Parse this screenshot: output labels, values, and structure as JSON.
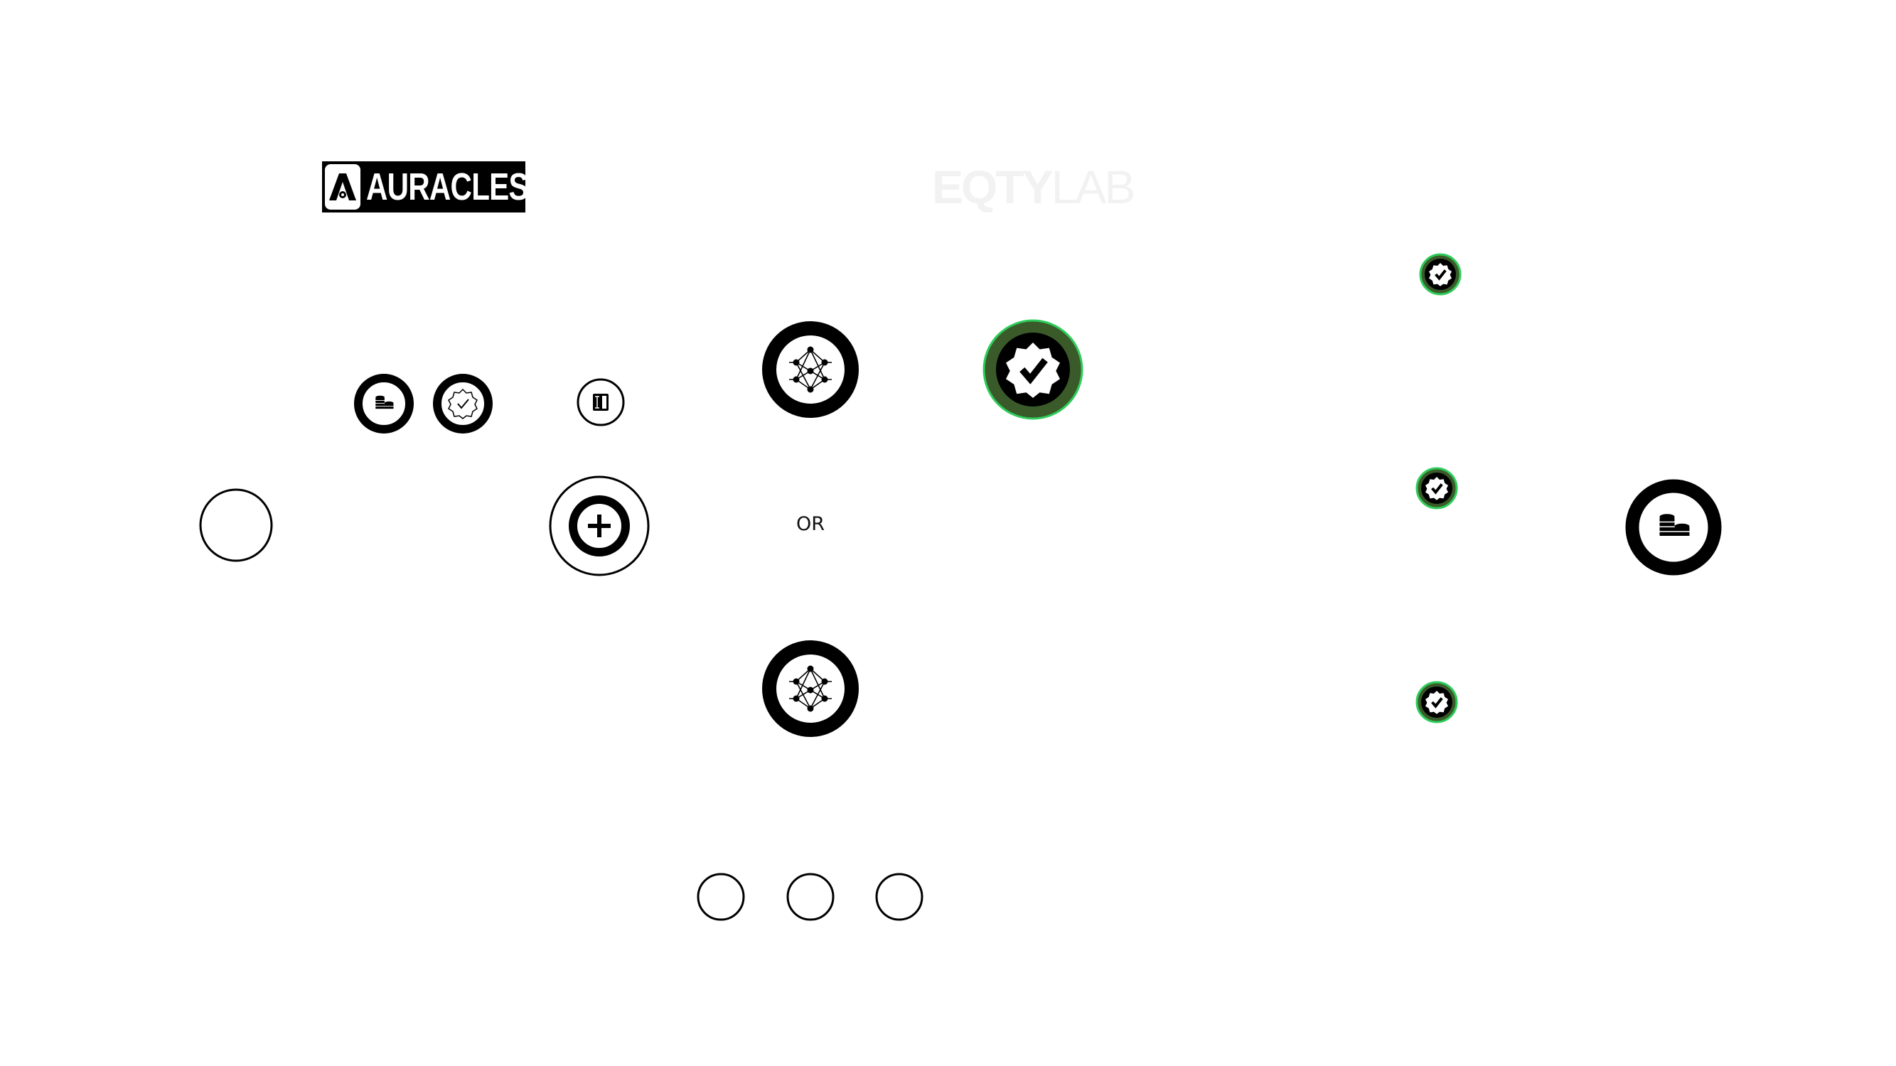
{
  "logos": {
    "auracles": "AURACLES",
    "eqty_bold": "EQTY",
    "eqty_light": "LAB"
  },
  "labels": {
    "or": "OR"
  },
  "colors": {
    "verified_ring": "#2ecc5a",
    "verified_fill": "#3a5a2a",
    "ink": "#000000",
    "eqty_logo": "#f2f2f2"
  },
  "icons": [
    "coins-icon",
    "verified-badge-icon",
    "document-icon",
    "neural-network-icon",
    "plus-icon",
    "empty-circle"
  ]
}
